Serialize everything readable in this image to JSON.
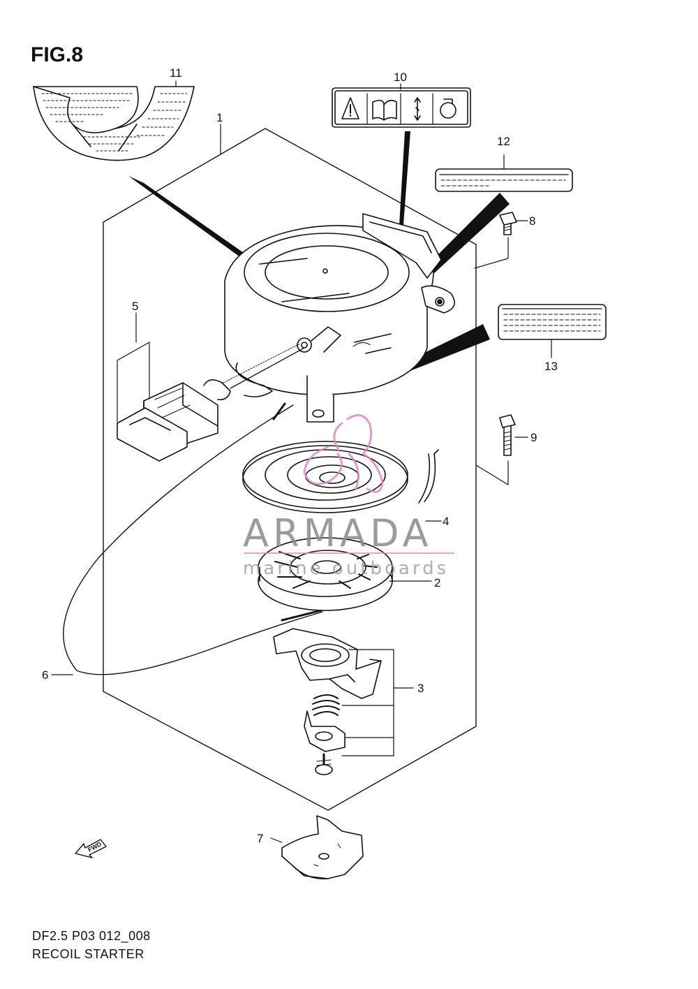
{
  "figure": {
    "title": "FIG.8",
    "code": "DF2.5 P03 012_008",
    "caption": "RECOIL STARTER"
  },
  "callouts": [
    "1",
    "2",
    "3",
    "4",
    "5",
    "6",
    "7",
    "8",
    "9",
    "10",
    "11",
    "12",
    "13"
  ],
  "watermark": {
    "brand": "ARMADA",
    "tagline": "marine outboards",
    "color": "#d98bbf"
  },
  "direction_marker": "FWD"
}
